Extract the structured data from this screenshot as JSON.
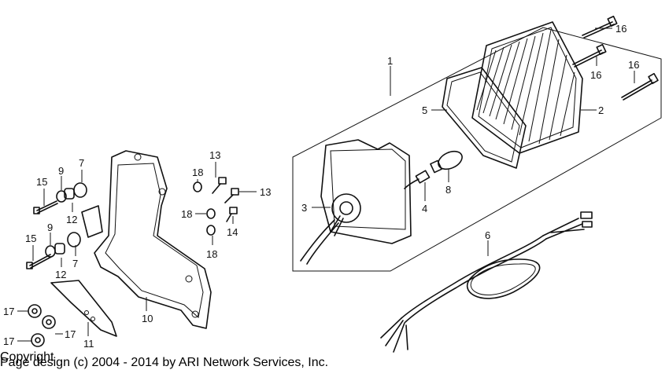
{
  "labels": {
    "p1": "1",
    "p2": "2",
    "p3": "3",
    "p4": "4",
    "p5": "5",
    "p6": "6",
    "p7a": "7",
    "p7b": "7",
    "p8": "8",
    "p9a": "9",
    "p9b": "9",
    "p10": "10",
    "p11": "11",
    "p12a": "12",
    "p12b": "12",
    "p13a": "13",
    "p13b": "13",
    "p14": "14",
    "p15a": "15",
    "p15b": "15",
    "p16a": "16",
    "p16b": "16",
    "p16c": "16",
    "p17a": "17",
    "p17b": "17",
    "p17c": "17",
    "p18a": "18",
    "p18b": "18",
    "p18c": "18"
  },
  "copyright": {
    "line1": "Copyright",
    "line2": "Page design (c) 2004 - 2014 by ARI Network Services, Inc."
  }
}
